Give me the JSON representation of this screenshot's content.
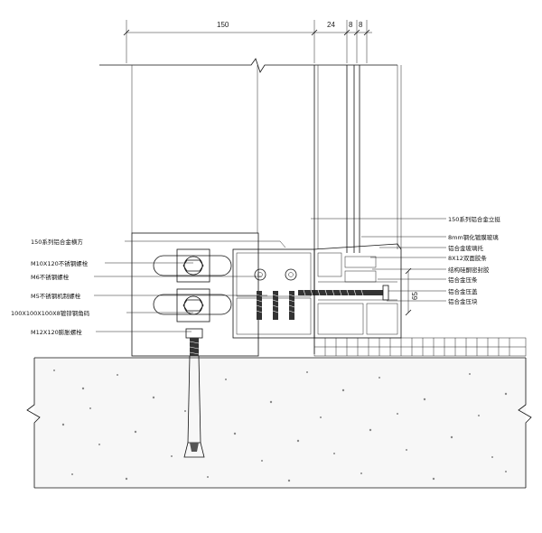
{
  "dimensions": {
    "top_a": "150",
    "top_b": "24",
    "top_c": "8",
    "top_d": "8",
    "side": "65"
  },
  "left_labels": [
    "150系列铝合金横方",
    "M10X120不锈钢螺栓",
    "M6不锈钢螺栓",
    "M5不锈钢机制螺栓",
    "100X100X100X8镀锌钢角码",
    "M12X120膨胀螺栓"
  ],
  "right_labels": [
    "150系列铝合金立挺",
    "8mm钢化镀膜玻璃",
    "铝合金玻璃托",
    "8X12双面胶条",
    "结构硅酮密封胶",
    "铝合金压条",
    "铝合金压盖",
    "铝合金压块"
  ],
  "colors": {
    "line": "#111111",
    "concrete": "#f4f4f4",
    "screw": "#333333"
  }
}
